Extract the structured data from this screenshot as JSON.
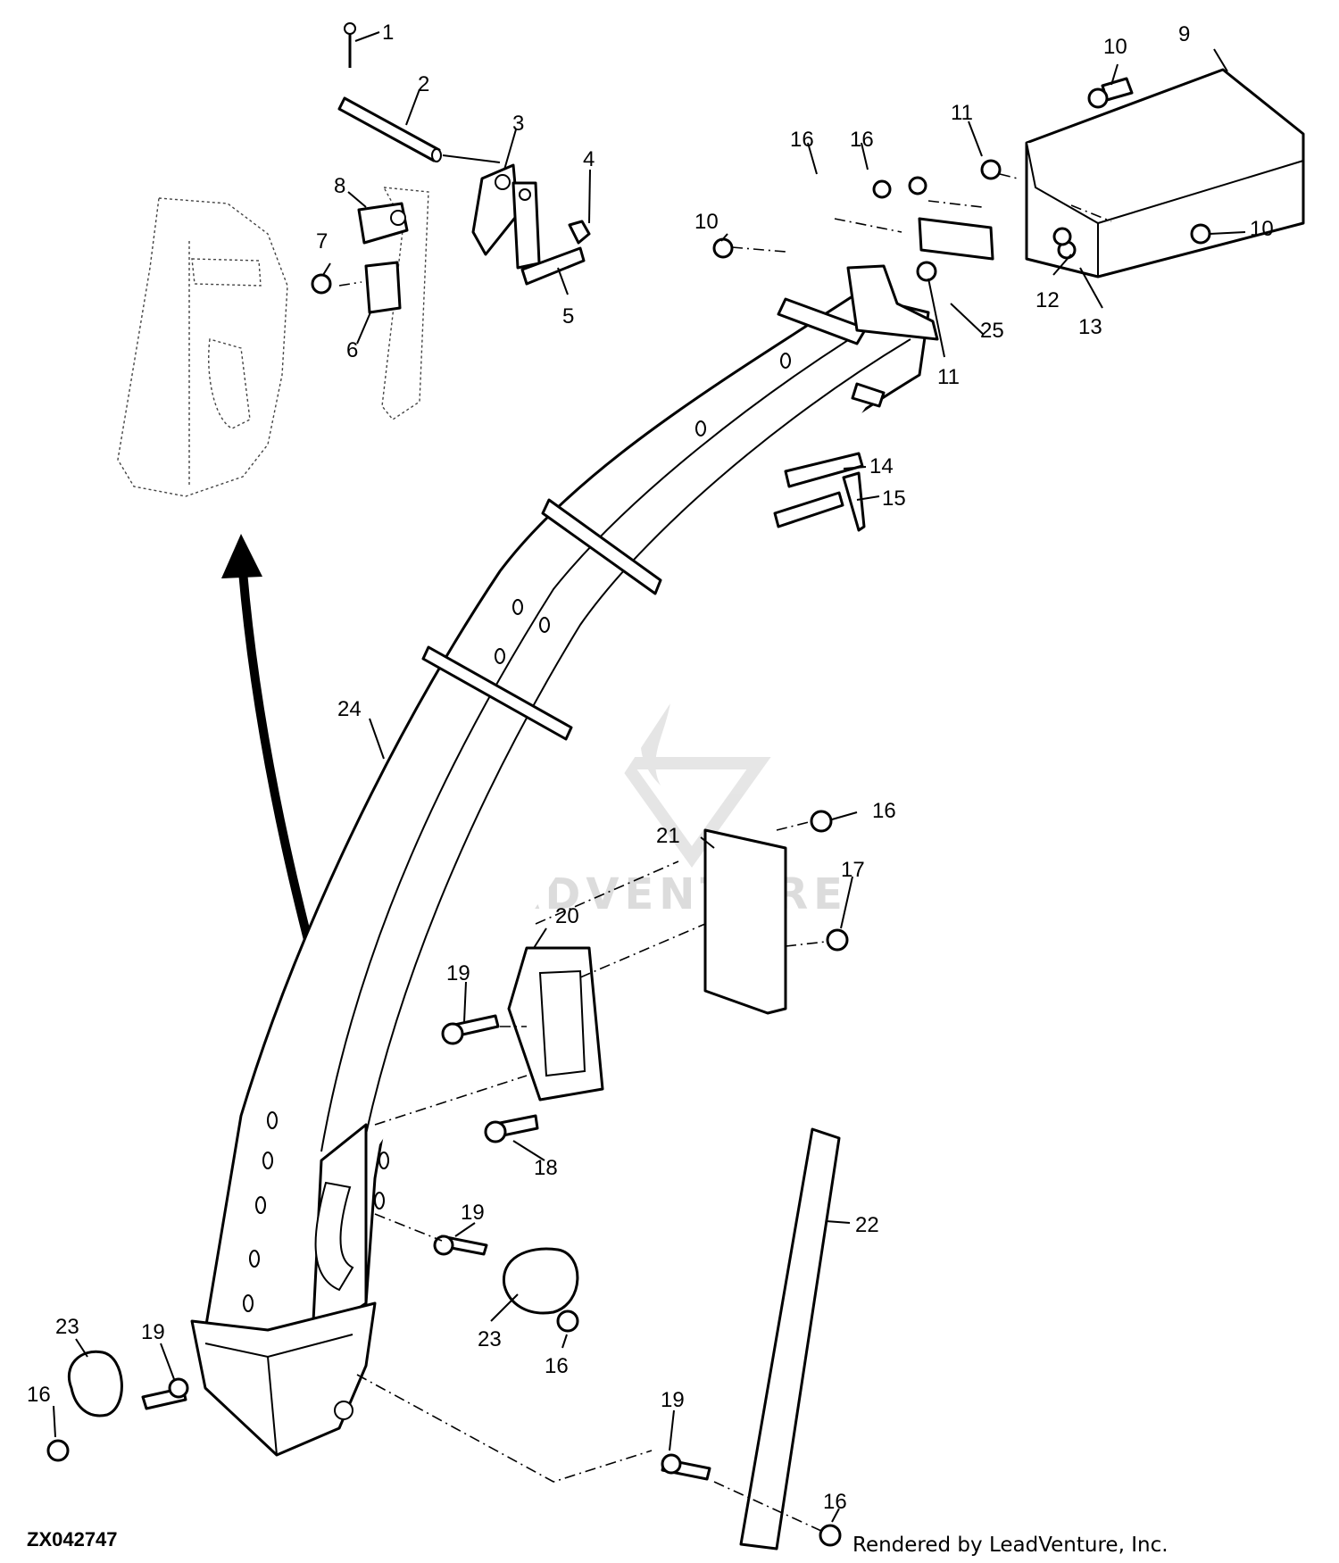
{
  "drawing": {
    "id_label": "ZX042747",
    "credit": "Rendered by LeadVenture, Inc.",
    "watermark": "LEADVENTURE"
  },
  "callouts": [
    {
      "key": "c1",
      "text": "1"
    },
    {
      "key": "c2",
      "text": "2"
    },
    {
      "key": "c3",
      "text": "3"
    },
    {
      "key": "c4",
      "text": "4"
    },
    {
      "key": "c5",
      "text": "5"
    },
    {
      "key": "c6",
      "text": "6"
    },
    {
      "key": "c7",
      "text": "7"
    },
    {
      "key": "c8",
      "text": "8"
    },
    {
      "key": "c9",
      "text": "9"
    },
    {
      "key": "c10a",
      "text": "10"
    },
    {
      "key": "c10b",
      "text": "10"
    },
    {
      "key": "c10c",
      "text": "10"
    },
    {
      "key": "c11a",
      "text": "11"
    },
    {
      "key": "c11b",
      "text": "11"
    },
    {
      "key": "c12",
      "text": "12"
    },
    {
      "key": "c13",
      "text": "13"
    },
    {
      "key": "c14",
      "text": "14"
    },
    {
      "key": "c15",
      "text": "15"
    },
    {
      "key": "c16a",
      "text": "16"
    },
    {
      "key": "c16b",
      "text": "16"
    },
    {
      "key": "c16c",
      "text": "16"
    },
    {
      "key": "c16d",
      "text": "16"
    },
    {
      "key": "c16e",
      "text": "16"
    },
    {
      "key": "c16f",
      "text": "16"
    },
    {
      "key": "c17",
      "text": "17"
    },
    {
      "key": "c18",
      "text": "18"
    },
    {
      "key": "c19a",
      "text": "19"
    },
    {
      "key": "c19b",
      "text": "19"
    },
    {
      "key": "c19c",
      "text": "19"
    },
    {
      "key": "c19d",
      "text": "19"
    },
    {
      "key": "c20",
      "text": "20"
    },
    {
      "key": "c21",
      "text": "21"
    },
    {
      "key": "c22",
      "text": "22"
    },
    {
      "key": "c23a",
      "text": "23"
    },
    {
      "key": "c23b",
      "text": "23"
    },
    {
      "key": "c24",
      "text": "24"
    },
    {
      "key": "c25",
      "text": "25"
    }
  ]
}
